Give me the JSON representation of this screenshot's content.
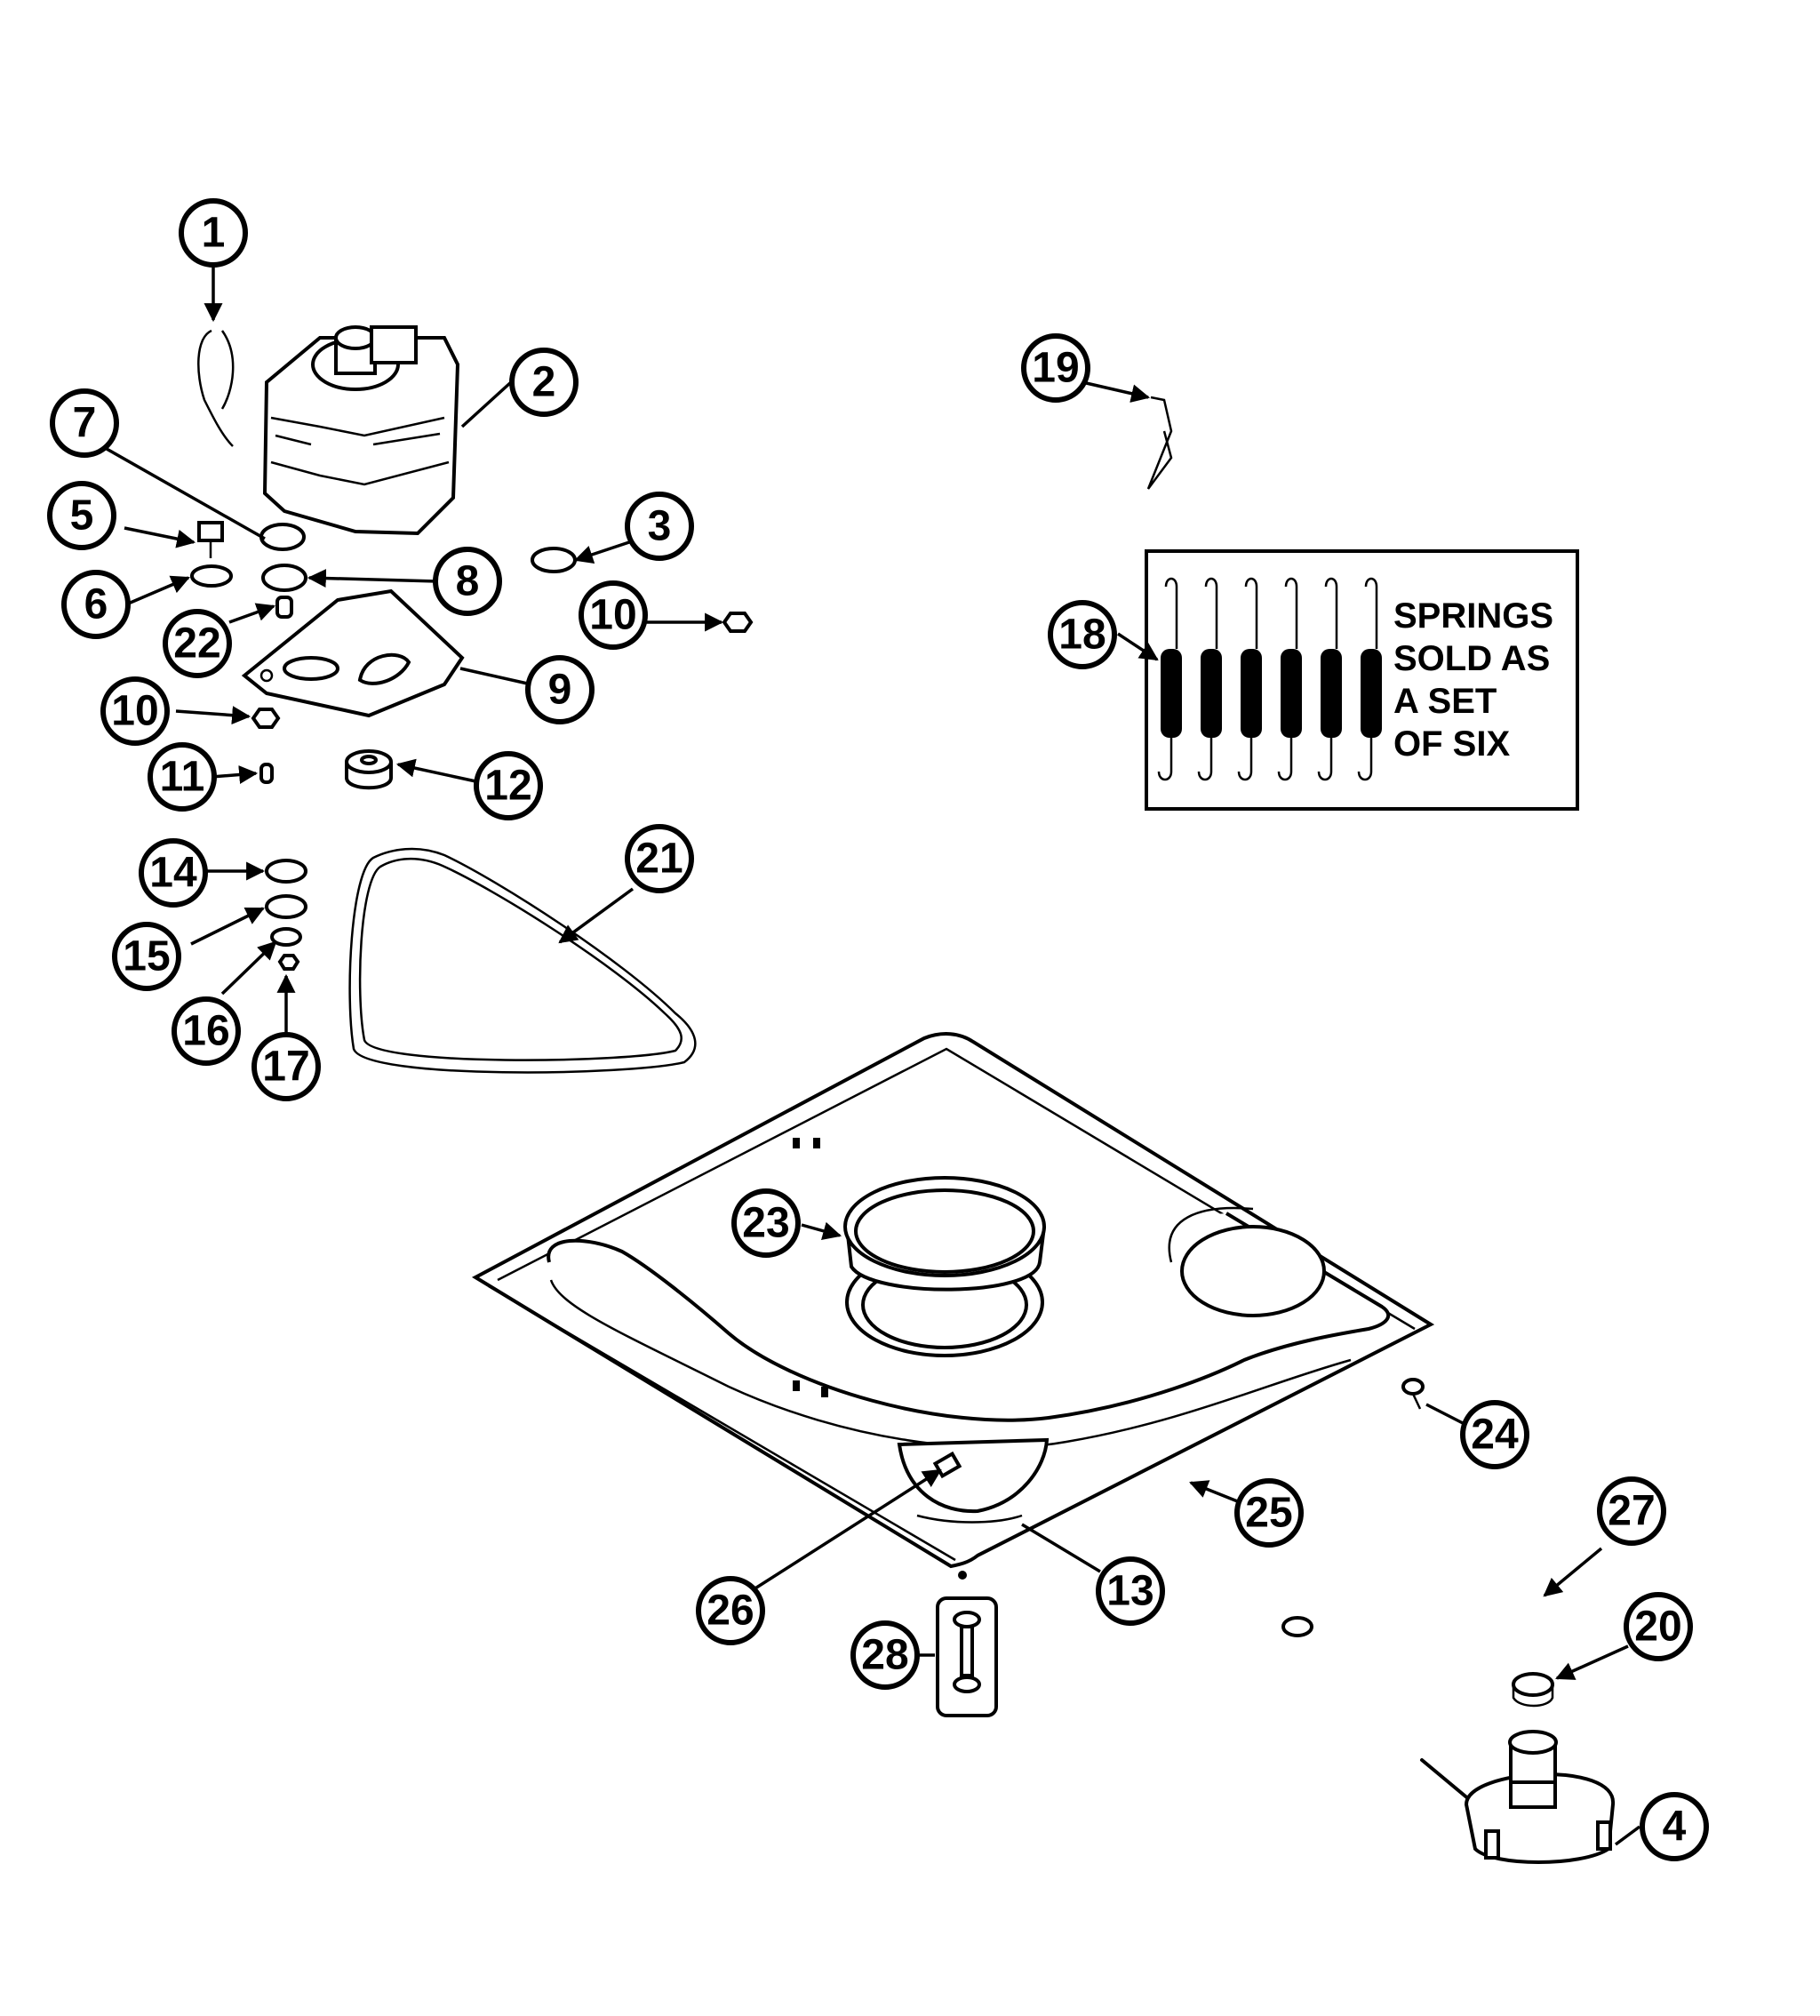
{
  "diagram": {
    "callouts": [
      "1",
      "2",
      "3",
      "4",
      "5",
      "6",
      "7",
      "8",
      "9",
      "10",
      "10",
      "11",
      "12",
      "13",
      "14",
      "15",
      "16",
      "17",
      "18",
      "19",
      "20",
      "21",
      "22",
      "23",
      "24",
      "25",
      "26",
      "27",
      "28"
    ],
    "springs_note": [
      "SPRINGS",
      "SOLD AS",
      "A SET",
      "OF SIX"
    ]
  }
}
